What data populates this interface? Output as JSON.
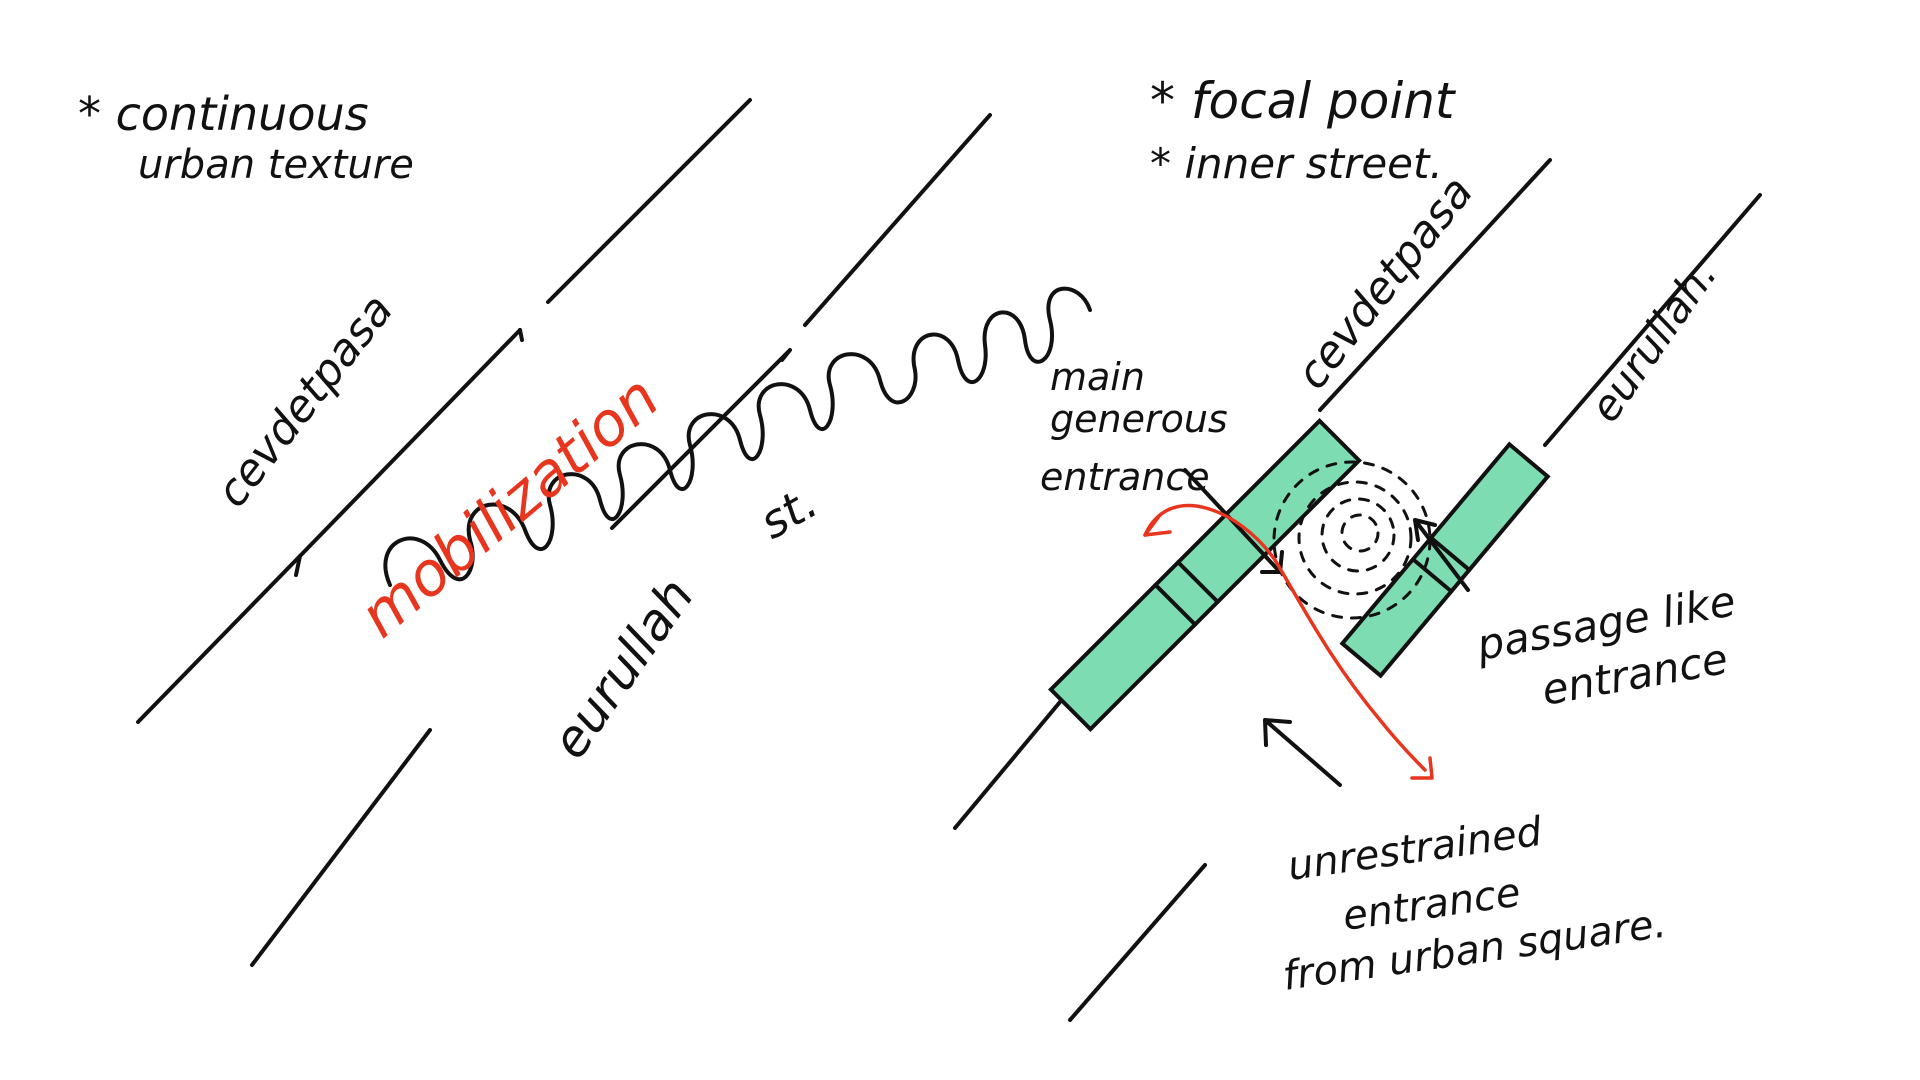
{
  "colors": {
    "ink": "#111111",
    "accent": "#e8351e",
    "building_fill": "#7edcb3",
    "background": "#ffffff"
  },
  "left_panel": {
    "note_1": "* continuous",
    "note_2": "urban texture",
    "street_upper": "cevdetpasa",
    "street_lower": "eurullah",
    "street_lower_suffix": "st.",
    "concept": "mobilization"
  },
  "right_panel": {
    "note_1": "* focal point",
    "note_2": "* inner street.",
    "street_upper": "cevdetpasa",
    "street_lower": "eurullah.",
    "label_main_1": "main",
    "label_main_2": "generous",
    "label_main_3": "entrance",
    "label_passage_1": "passage like",
    "label_passage_2": "entrance",
    "label_unrestrained_1": "unrestrained",
    "label_unrestrained_2": "entrance",
    "label_unrestrained_3": "from urban square."
  }
}
